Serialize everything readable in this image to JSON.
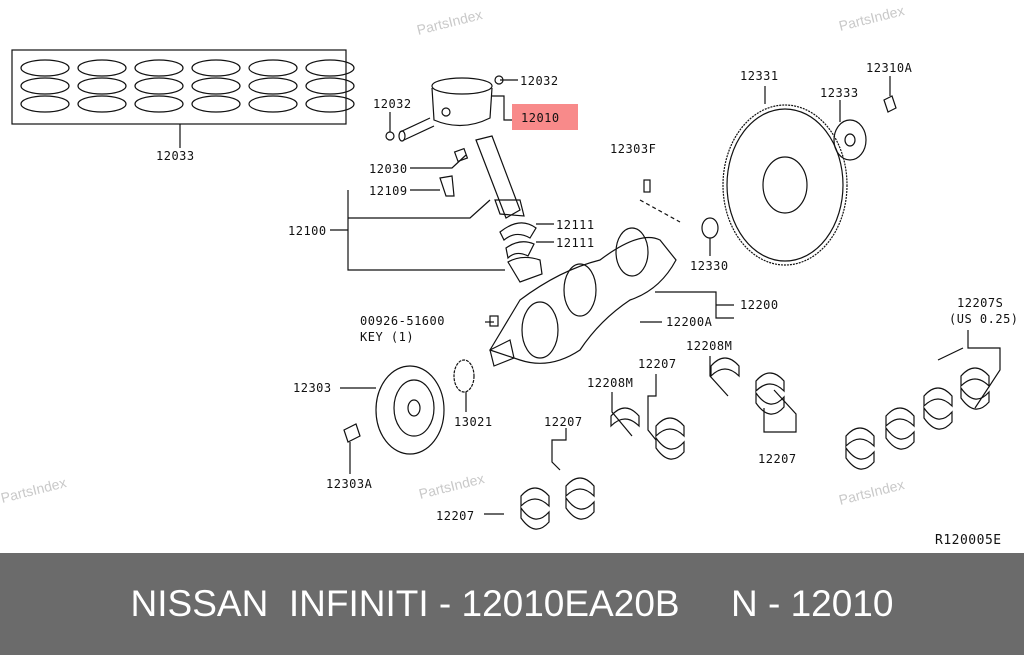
{
  "watermark": "PartsIndex",
  "highlight_color": "#f88a8a",
  "diagram_code": "R120005E",
  "labels": {
    "rings": "12033",
    "pin_clip_right": "12032",
    "pin_clip_left": "12032",
    "piston": "12010",
    "bushing": "12030",
    "rod_bolt": "12109",
    "rod_assy": "12100",
    "rod_bearing_1": "12111",
    "rod_bearing_2": "12111",
    "dowel": "12303F",
    "flywheel": "12331",
    "flywheel_bolt": "12310A",
    "reinforcement": "12333",
    "pilot_bushing": "12330",
    "crankshaft": "12200",
    "crank_plug": "12200A",
    "key_part": "00926-51600",
    "key_desc": "KEY (1)",
    "pulley": "12303",
    "sprocket": "13021",
    "pulley_bolt": "12303A",
    "main_bearing_set": "12207S",
    "main_bearing_set_note": "(US 0.25)",
    "thrust_washer_1": "12208M",
    "thrust_washer_2": "12208M",
    "main_bearing_1": "12207",
    "main_bearing_2": "12207",
    "main_bearing_3": "12207",
    "main_bearing_4": "12207"
  },
  "footer": {
    "title": "NISSAN  INFINITI - 12010EA20B     N - 12010"
  }
}
